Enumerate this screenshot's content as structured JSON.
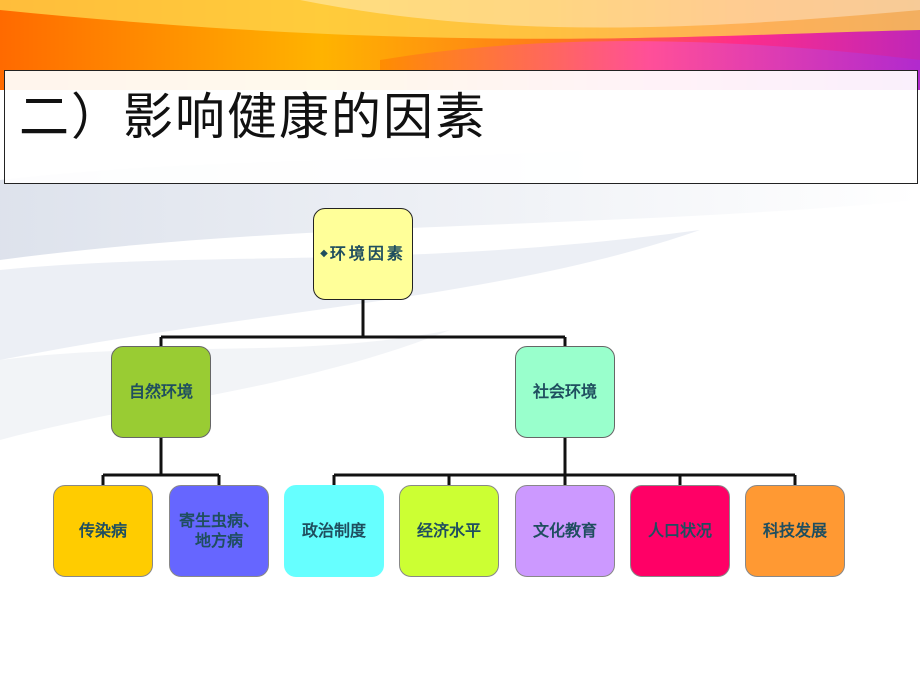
{
  "title": "二）影响健康的因素",
  "diagram": {
    "root": {
      "label": "环境因素",
      "bullet": "◆",
      "color": "#ffff99"
    },
    "natural": {
      "label": "自然环境",
      "color": "#99cc33"
    },
    "social": {
      "label": "社会环境",
      "color": "#99ffcc"
    },
    "natural_children": [
      {
        "label": "传染病",
        "color": "#ffcc00"
      },
      {
        "label": "寄生虫病、地方病",
        "line1": "寄生虫病、",
        "line2": "地方病",
        "color": "#6666ff"
      }
    ],
    "social_children": [
      {
        "label": "政治制度",
        "color": "#66ffff"
      },
      {
        "label": "经济水平",
        "color": "#ccff33"
      },
      {
        "label": "文化教育",
        "color": "#cc99ff"
      },
      {
        "label": "人口状况",
        "color": "#ff0066"
      },
      {
        "label": "科技发展",
        "color": "#ff9933"
      }
    ]
  }
}
